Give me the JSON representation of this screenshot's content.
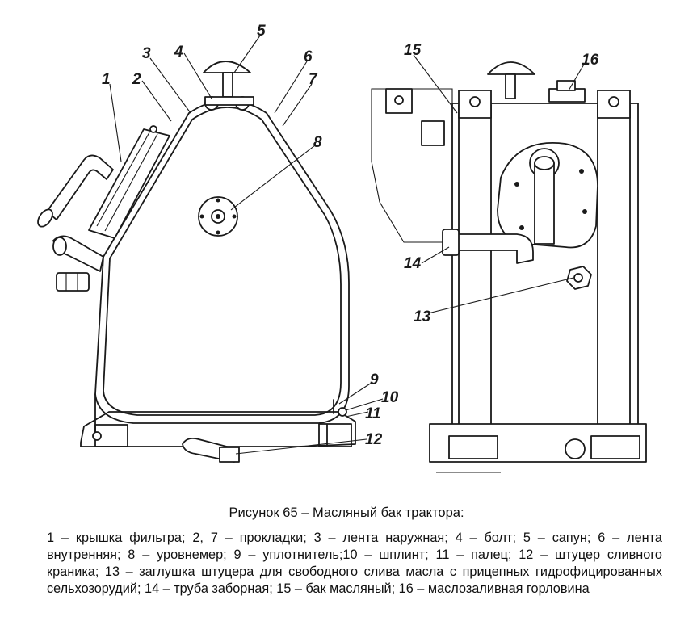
{
  "figure": {
    "caption_title": "Рисунок 65 – Масляный бак трактора:",
    "caption_text": "1 – крышка фильтра; 2, 7 – прокладки; 3 – лента наружная; 4 – болт; 5 – сапун; 6 – лента внутренняя; 8 – уровнемер; 9 – уплотнитель;10 – шплинт; 11 – палец; 12 – штуцер сливного краника; 13 – заглушка штуцера для свободного слива масла с прицепных гидрофицированных сельхозорудий; 14 – труба заборная; 15 – бак масляный; 16 – маслозаливная горловина"
  },
  "callouts": {
    "c1": "1",
    "c2": "2",
    "c3": "3",
    "c4": "4",
    "c5": "5",
    "c6": "6",
    "c7": "7",
    "c8": "8",
    "c9": "9",
    "c10": "10",
    "c11": "11",
    "c12": "12",
    "c13": "13",
    "c14": "14",
    "c15": "15",
    "c16": "16"
  }
}
